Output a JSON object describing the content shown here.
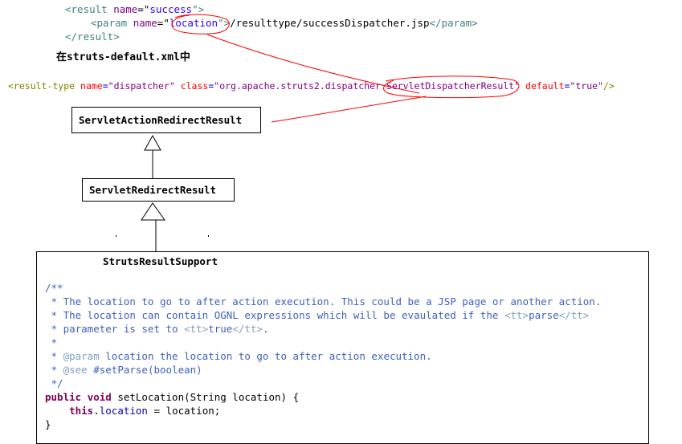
{
  "xml_config": {
    "line1": {
      "open": "<result",
      "attr_name": "name",
      "eq": "=\"",
      "value": "success",
      "close": "\">"
    },
    "line2": {
      "open": "<param",
      "attr_name": "name",
      "eq": "=\"",
      "value": "location",
      "close": "\">",
      "content": "/resulttype/successDispatcher.jsp",
      "end_tag": "</param>"
    },
    "line3": "</result>"
  },
  "heading": "在struts-default.xml中",
  "result_type_line": {
    "open": "<result-type",
    "name_attr": "name",
    "name_value": "\"dispatcher\"",
    "class_attr": "class",
    "class_value_prefix": "\"org.apache.struts2.dispatcher.",
    "class_value_highlight": "ServletDispatcherResult",
    "class_value_suffix": "\"",
    "default_attr": "default",
    "default_value": "\"true\"",
    "close": "/>"
  },
  "uml": {
    "top_class": "ServletActionRedirectResult",
    "middle_class": "ServletRedirectResult",
    "bottom_class": "StrutsResultSupport"
  },
  "javadoc": {
    "open": "/**",
    "lines": [
      " * The location to go to after action execution. This could be a JSP page or another action.",
      " * The location can contain OGNL expressions which will be evaulated if the ",
      " * parameter is set to ",
      " *",
      " * ",
      " * ",
      " */"
    ],
    "tt_open": "<tt>",
    "tt_close": "</tt>",
    "parse_word": "parse",
    "true_word": "true",
    "period": ".",
    "param_tag": "@param",
    "param_text": " location the location to go to after action execution.",
    "see_tag": "@see",
    "see_text": " #setParse(boolean)"
  },
  "method": {
    "kw_public": "public",
    "kw_void": "void",
    "signature": " setLocation(String location) {",
    "kw_this": "this",
    "dot": ".",
    "field": "location",
    "assign": " = location;",
    "close_brace": "}"
  },
  "colors": {
    "annotation_red": "#ff0000",
    "xml_tag": "#3f7f7f",
    "xml_attr": "#7f007f",
    "xml_value": "#2a00ff",
    "javadoc": "#3f5fbf",
    "keyword": "#7f0055"
  }
}
